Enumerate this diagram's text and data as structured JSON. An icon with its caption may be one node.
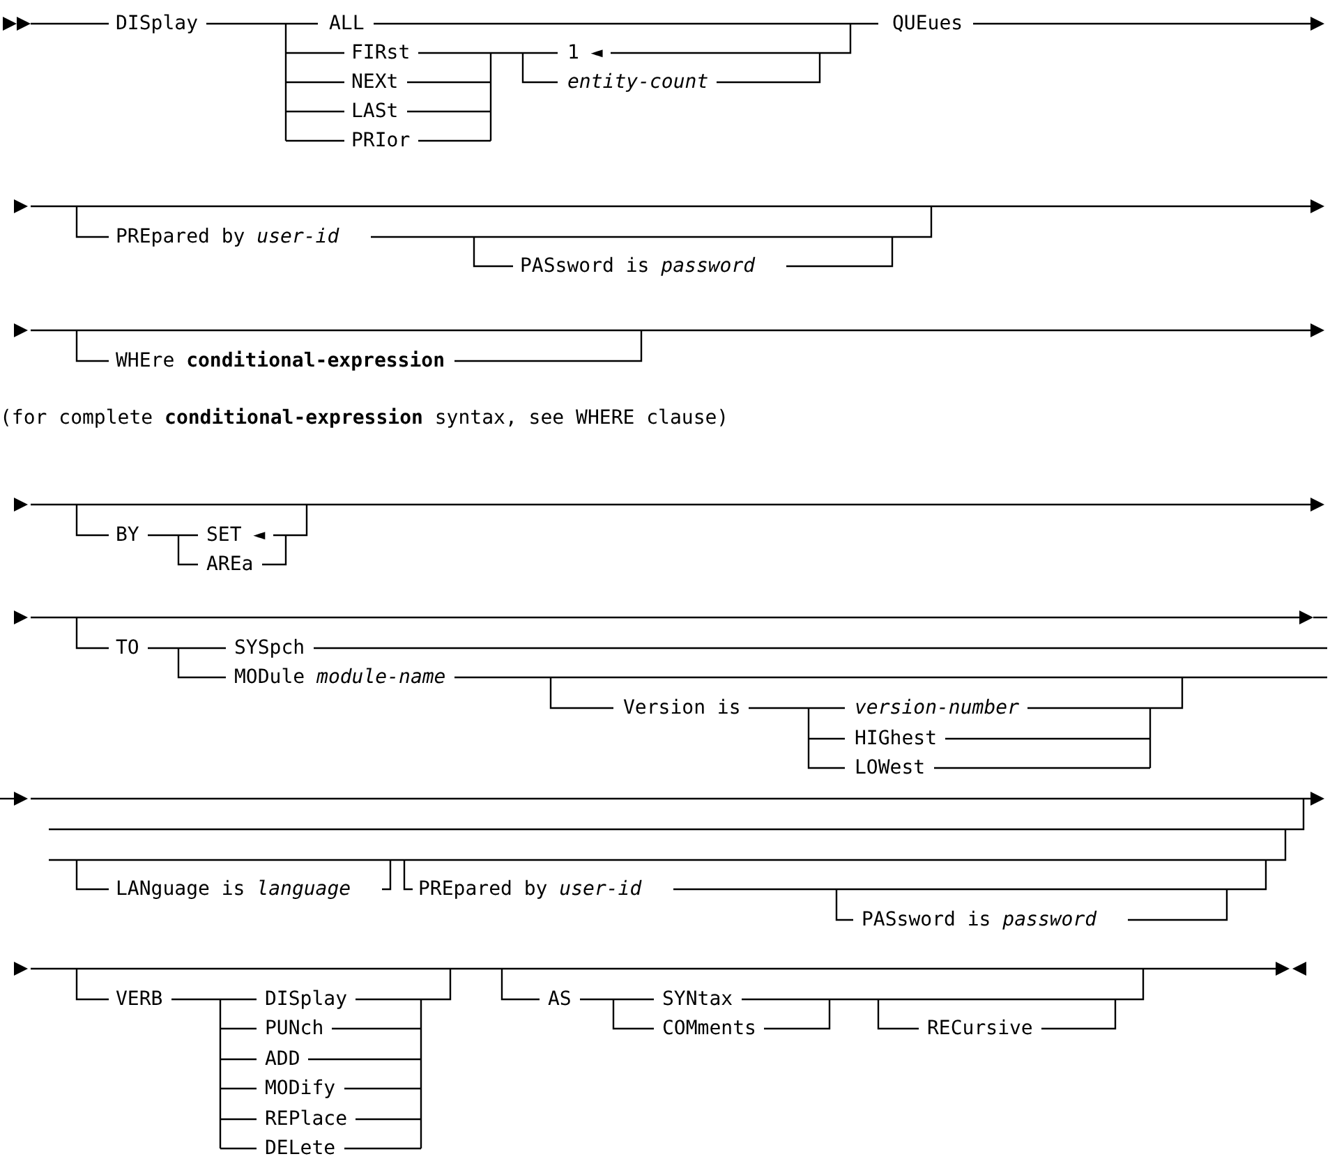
{
  "diagram": {
    "labels": [
      "DISplay",
      "ALL",
      "QUEues",
      "FIRst",
      "1 ◄",
      "NEXt",
      "entity-count",
      "LASt",
      "PRIor",
      "PREpared by *user-id*",
      "PASsword is *password*",
      "WHEre **conditional-expression**",
      "(for complete **conditional-expression** syntax, see WHERE clause)",
      "BY",
      "SET ◄",
      "AREa",
      "TO",
      "SYSpch",
      "MODule *module-name*",
      "Version is",
      "version-number",
      "HIGhest",
      "LOWest",
      "LANguage is *language*",
      "PREpared by *user-id*",
      "PASsword is *password*",
      "VERB",
      "DISplay",
      "AS",
      "SYNtax",
      "PUNch",
      "COMments",
      "RECursive",
      "ADD",
      "MODify",
      "REPlace",
      "DELete"
    ]
  }
}
